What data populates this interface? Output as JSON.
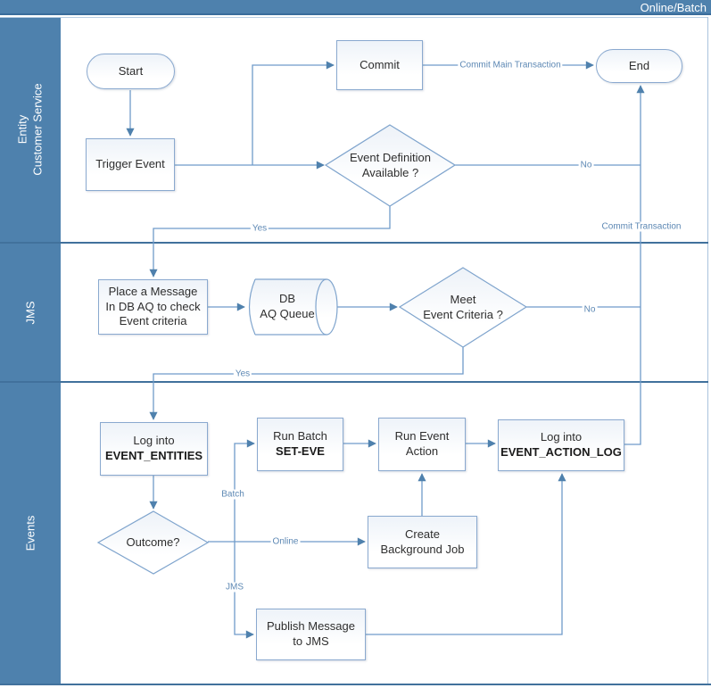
{
  "title": "Online/Batch",
  "lanes": [
    {
      "lines": [
        "Entity",
        "Customer Service"
      ]
    },
    {
      "lines": [
        "JMS"
      ]
    },
    {
      "lines": [
        "Events"
      ]
    }
  ],
  "nodes": {
    "start": {
      "line1": "Start"
    },
    "trigger_event": {
      "line1": "Trigger Event"
    },
    "commit": {
      "line1": "Commit"
    },
    "end": {
      "line1": "End"
    },
    "event_definition": {
      "line1": "Event Definition",
      "line2": "Available ?"
    },
    "place_message": {
      "line1": "Place a Message",
      "line2": "In DB AQ to check",
      "line3": "Event criteria"
    },
    "db_queue": {
      "line1": "DB",
      "line2": "AQ Queue"
    },
    "meet_criteria": {
      "line1": "Meet",
      "line2": "Event Criteria ?"
    },
    "log_entities": {
      "line1": "Log into",
      "line2": "EVENT_ENTITIES"
    },
    "run_batch": {
      "line1": "Run Batch",
      "line2": "SET-EVE"
    },
    "run_event_action": {
      "line1": "Run Event",
      "line2": "Action"
    },
    "log_action": {
      "line1": "Log into",
      "line2": "EVENT_ACTION_LOG"
    },
    "outcome": {
      "line1": "Outcome?"
    },
    "create_background": {
      "line1": "Create",
      "line2": "Background Job"
    },
    "publish_message": {
      "line1": "Publish Message",
      "line2": "to JMS"
    }
  },
  "edge_labels": {
    "commit_main_transaction": "Commit Main Transaction",
    "no_event_definition": "No",
    "yes_event_definition": "Yes",
    "commit_transaction": "Commit Transaction",
    "no_meet_criteria": "No",
    "yes_meet_criteria": "Yes",
    "batch": "Batch",
    "online": "Online",
    "jms": "JMS"
  },
  "colors": {
    "accent_blue": "#4e81ad",
    "lane_border": "#41719c",
    "connector": "#6f9bc9",
    "shape_border": "#8aa9cf",
    "edge_label_text": "#5d88b4",
    "node_text": "#2e2e2e"
  }
}
